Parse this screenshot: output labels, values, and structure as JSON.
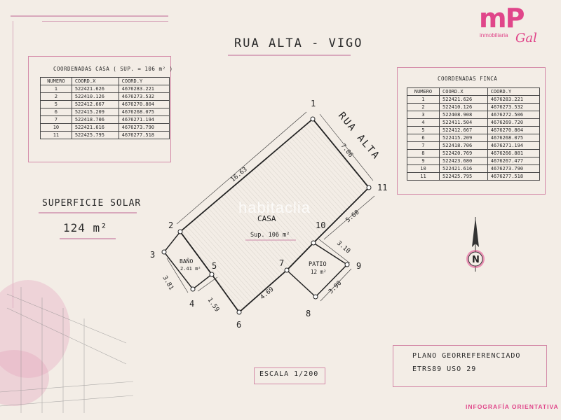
{
  "logo": {
    "mp": "mP",
    "inmobiliaria": "inmobiliaria",
    "gal": "Gal"
  },
  "title": "RUA ALTA - VIGO",
  "table_casa": {
    "caption": "COORDENADAS CASA   ( SUP. = 106 m² )",
    "headers": [
      "NUMERO",
      "COORD.X",
      "COORD.Y"
    ],
    "rows": [
      [
        "1",
        "522421.626",
        "4676283.221"
      ],
      [
        "2",
        "522410.126",
        "4676273.532"
      ],
      [
        "5",
        "522412.667",
        "4676270.804"
      ],
      [
        "6",
        "522415.209",
        "4676268.075"
      ],
      [
        "7",
        "522418.706",
        "4676271.194"
      ],
      [
        "10",
        "522421.616",
        "4676273.790"
      ],
      [
        "11",
        "522425.795",
        "4676277.518"
      ]
    ]
  },
  "table_finca": {
    "caption": "COORDENADAS FINCA",
    "headers": [
      "NUMERO",
      "COORD.X",
      "COORD.Y"
    ],
    "rows": [
      [
        "1",
        "522421.626",
        "4676283.221"
      ],
      [
        "2",
        "522410.126",
        "4676273.532"
      ],
      [
        "3",
        "522408.908",
        "4676272.506"
      ],
      [
        "4",
        "522411.504",
        "4676269.720"
      ],
      [
        "5",
        "522412.667",
        "4676270.804"
      ],
      [
        "6",
        "522415.209",
        "4676268.075"
      ],
      [
        "7",
        "522418.706",
        "4676271.194"
      ],
      [
        "8",
        "522420.769",
        "4676266.881"
      ],
      [
        "9",
        "522423.680",
        "4676267.477"
      ],
      [
        "10",
        "522421.616",
        "4676273.790"
      ],
      [
        "11",
        "522425.795",
        "4676277.518"
      ]
    ]
  },
  "superficie": {
    "label": "SUPERFICIE SOLAR",
    "value": "124 m²"
  },
  "plan": {
    "street": "RUA ALTA",
    "casa_label": "CASA",
    "casa_sup": "Sup. 106 m²",
    "bano_label": "BAÑO",
    "bano_sup": "2.41 m²",
    "patio_label": "PATIO",
    "patio_sup": "12 m²",
    "watermark": "habitaclia",
    "dimensions": [
      "16.63",
      "7.06",
      "5.60",
      "3.10",
      "3.90",
      "4.69",
      "1.59",
      "3.81"
    ],
    "points": [
      "1",
      "2",
      "3",
      "4",
      "5",
      "6",
      "7",
      "8",
      "9",
      "10",
      "11"
    ]
  },
  "north": "N",
  "escala": "ESCALA 1/200",
  "plano": {
    "line1": "PLANO GEORREFERENCIADO",
    "line2": "ETRS89  USO 29"
  },
  "footer": "INFOGRAFÍA ORIENTATIVA",
  "colors": {
    "accent": "#e0468a",
    "sketch": "#d8a8bc",
    "ink": "#2a2a2a"
  }
}
